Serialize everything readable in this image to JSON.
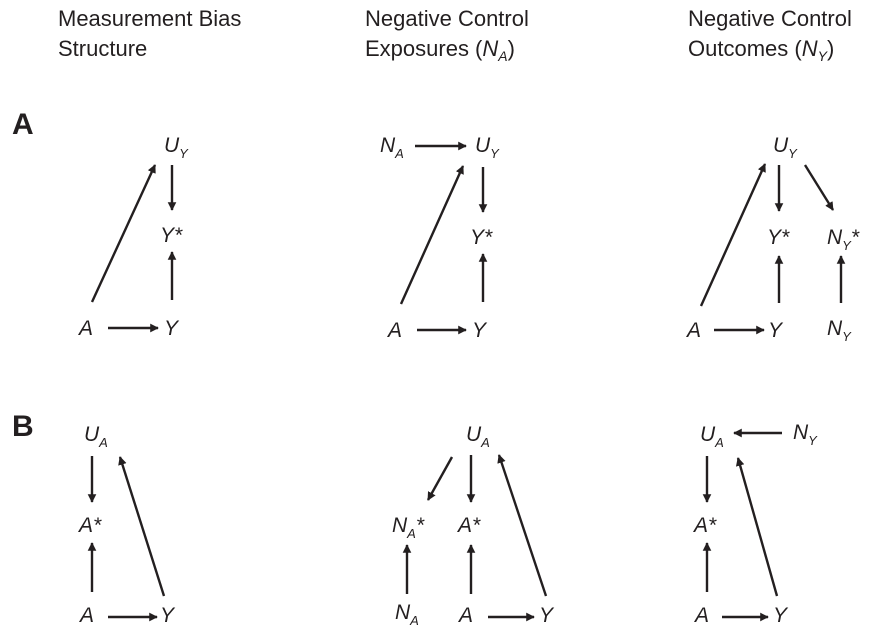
{
  "headers": {
    "col1_line1": "Measurement Bias",
    "col1_line2": "Structure",
    "col2_line1": "Negative Control",
    "col2_line2_prefix": "Exposures (",
    "col2_line2_var": "N",
    "col2_line2_sub": "A",
    "col2_line2_suffix": ")",
    "col3_line1": "Negative Control",
    "col3_line2_prefix": "Outcomes (",
    "col3_line2_var": "N",
    "col3_line2_sub": "Y",
    "col3_line2_suffix": ")"
  },
  "panels": {
    "a": "A",
    "b": "B"
  },
  "nodes": {
    "A": "A",
    "Y": "Y",
    "U": "U",
    "N": "N",
    "Ystar": "Y*",
    "Astar": "A*",
    "star": "*",
    "sub_A": "A",
    "sub_Y": "Y"
  },
  "colors": {
    "ink": "#231f20",
    "background": "#ffffff"
  }
}
